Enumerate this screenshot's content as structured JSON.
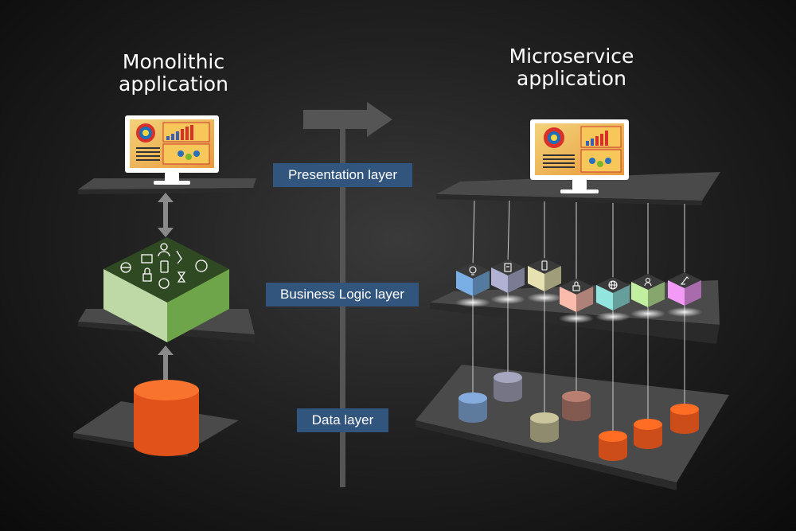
{
  "titles": {
    "monolithic_line1": "Monolithic",
    "monolithic_line2": "application",
    "microservice_line1": "Microservice",
    "microservice_line2": "application"
  },
  "layers": {
    "presentation": "Presentation layer",
    "business_logic": "Business Logic layer",
    "data": "Data layer"
  },
  "colors": {
    "layer_label_bg": "#32557e",
    "monolith_block_top": "#2f4a22",
    "monolith_block_side": "#bfd9a6",
    "database_orange": "#f05a1e",
    "platform": "#454545"
  },
  "services": [
    {
      "icon": "lightbulb-icon",
      "color": "#6a98c8"
    },
    {
      "icon": "document-icon",
      "color": "#9a9ab8"
    },
    {
      "icon": "mobile-phone-icon",
      "color": "#c8c49a"
    },
    {
      "icon": "lock-icon",
      "color": "#d9a396"
    },
    {
      "icon": "globe-icon",
      "color": "#7fc6c2"
    },
    {
      "icon": "user-icon",
      "color": "#a9cf8a"
    },
    {
      "icon": "robot-arm-icon",
      "color": "#d386d6"
    }
  ],
  "databases": [
    {
      "color": "#6f8fb8"
    },
    {
      "color": "#8a8a9e"
    },
    {
      "color": "#a8a482"
    },
    {
      "color": "#9a6a5e"
    },
    {
      "color": "#f05a1e"
    },
    {
      "color": "#f05a1e"
    },
    {
      "color": "#f05a1e"
    }
  ]
}
